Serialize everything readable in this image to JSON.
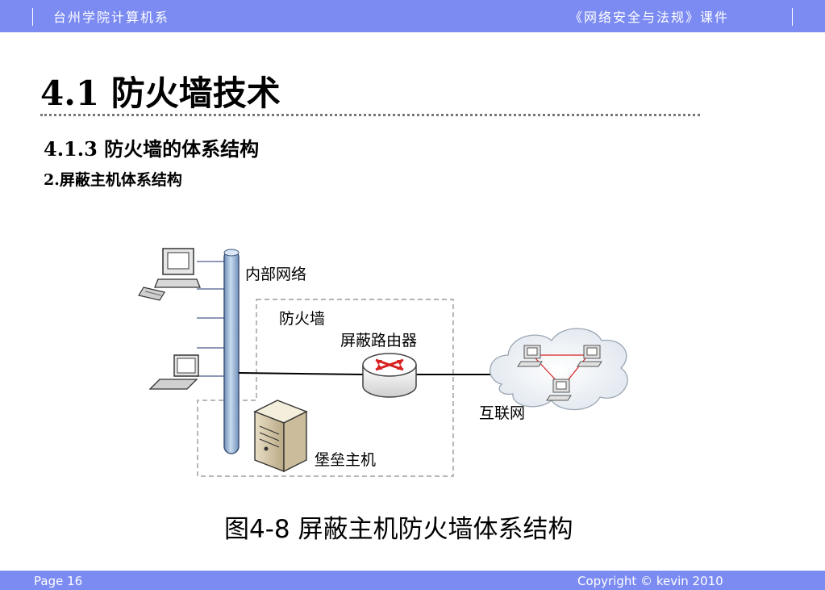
{
  "header": {
    "left_text": "台州学院计算机系",
    "right_text": "《网络安全与法规》课件"
  },
  "slide": {
    "title": "4.1 防火墙技术",
    "subtitle": "4.1.3 防火墙的体系结构",
    "section": "2.屏蔽主机体系结构"
  },
  "diagram": {
    "labels": {
      "internal_network": "内部网络",
      "firewall": "防火墙",
      "screening_router": "屏蔽路由器",
      "internet": "互联网",
      "bastion_host": "堡垒主机"
    },
    "caption": "图4-8 屏蔽主机防火墙体系结构"
  },
  "footer": {
    "page": "Page 16",
    "copyright": "Copyright © kevin 2010"
  },
  "colors": {
    "bar": "#7b8bf2",
    "bus": "#9fb6d6",
    "router_red": "#d82020"
  }
}
